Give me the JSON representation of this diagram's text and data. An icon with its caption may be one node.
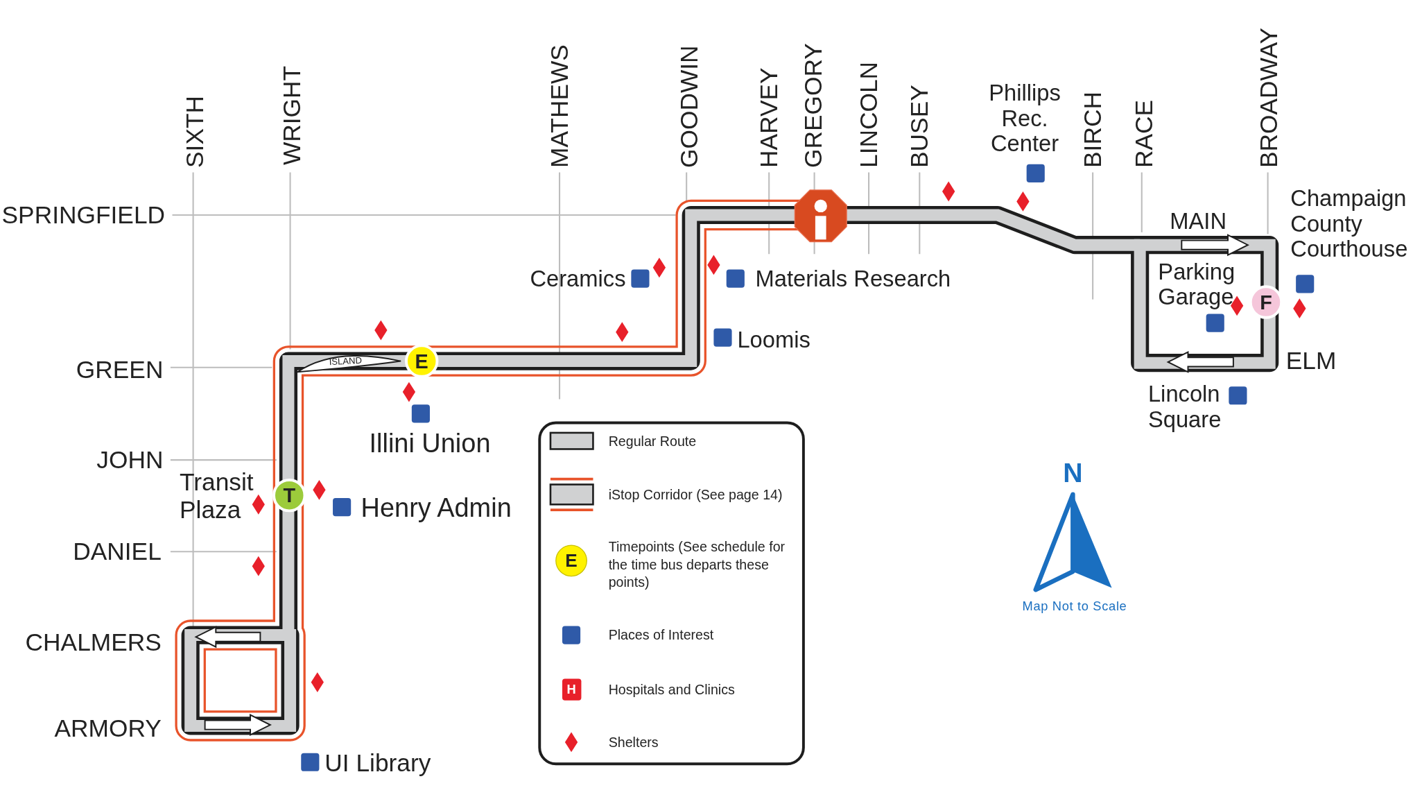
{
  "diagram": {
    "labels": [
      "SIXTH",
      "WRIGHT",
      "MATHEWS",
      "GOODWIN",
      "HARVEY",
      "GREGORY",
      "LINCOLN",
      "BUSEY",
      "Phillips Rec. Center",
      "BIRCH",
      "RACE",
      "BROADWAY",
      "Champaign County Courthouse",
      "SPRINGFIELD",
      "MAIN",
      "Parking Garage",
      "F",
      "Ceramics",
      "Materials Research",
      "Loomis",
      "GREEN",
      "ISLAND",
      "E",
      "ELM",
      "Lincoln Square",
      "Illini Union",
      "JOHN",
      "Transit Plaza",
      "T",
      "Henry Admin",
      "DANIEL",
      "N",
      "Map Not to Scale",
      "CHALMERS",
      "ARMORY",
      "UI Library",
      "E",
      "H"
    ],
    "legend": [
      {
        "text": "Regular Route"
      },
      {
        "text": "iStop Corridor (See page 14)"
      },
      {
        "text": "Timepoints (See schedule for the time bus departs these points)"
      },
      {
        "text": "Places of  Interest",
        "color": "#2f5aa8"
      },
      {
        "text": "Hospitals and Clinics"
      },
      {
        "text": "Shelters"
      }
    ]
  }
}
